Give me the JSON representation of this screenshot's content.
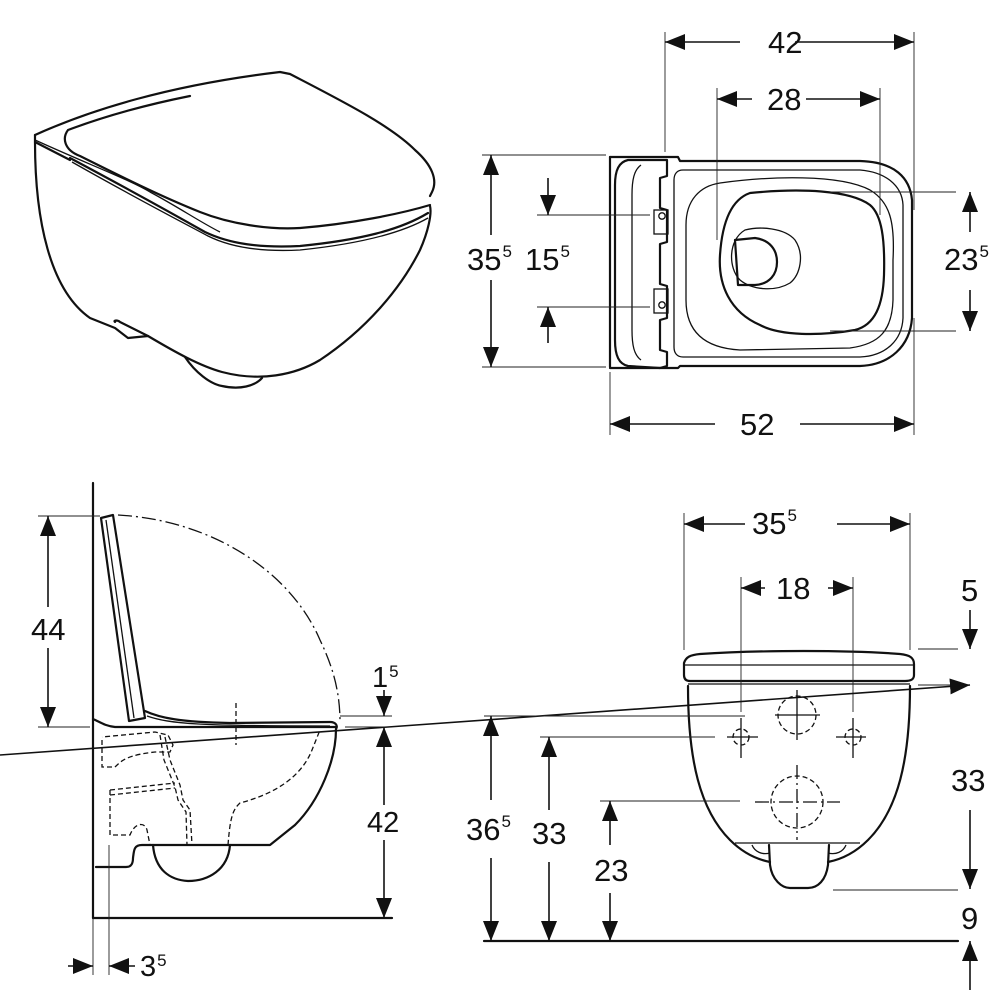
{
  "drawing": {
    "type": "technical-dimension-drawing",
    "subject": "wall-hung toilet with seat",
    "units": "cm",
    "views": [
      {
        "id": "iso",
        "name": "isometric view"
      },
      {
        "id": "top",
        "name": "top view"
      },
      {
        "id": "side",
        "name": "side view"
      },
      {
        "id": "rear",
        "name": "rear view"
      }
    ]
  },
  "top_view": {
    "width_42": {
      "main": "42",
      "sup": ""
    },
    "width_28": {
      "main": "28",
      "sup": ""
    },
    "depth_52": {
      "main": "52",
      "sup": ""
    },
    "height_35_5": {
      "main": "35",
      "sup": "5"
    },
    "hinge_15_5": {
      "main": "15",
      "sup": "5"
    },
    "opening_23_5": {
      "main": "23",
      "sup": "5"
    }
  },
  "side_view": {
    "lid_height_44": {
      "main": "44",
      "sup": ""
    },
    "seat_1_5": {
      "main": "1",
      "sup": "5"
    },
    "rim_height_42": {
      "main": "42",
      "sup": ""
    },
    "offset_3_5": {
      "main": "3",
      "sup": "5"
    }
  },
  "rear_view": {
    "width_35_5": {
      "main": "35",
      "sup": "5"
    },
    "bolt_spacing_18": {
      "main": "18",
      "sup": ""
    },
    "seat_thickness_5": {
      "main": "5",
      "sup": ""
    },
    "bowl_height_33": {
      "main": "33",
      "sup": ""
    },
    "inlet_height_36_5": {
      "main": "36",
      "sup": "5"
    },
    "bolt_height_33": {
      "main": "33",
      "sup": ""
    },
    "outlet_height_23": {
      "main": "23",
      "sup": ""
    },
    "floor_gap_9": {
      "main": "9",
      "sup": ""
    }
  }
}
